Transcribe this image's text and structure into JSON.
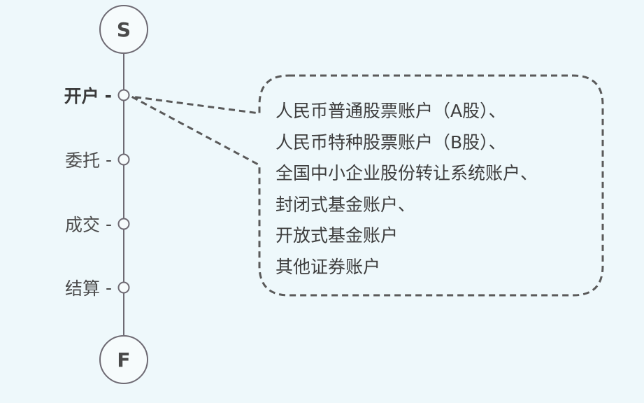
{
  "terminals": {
    "start": "S",
    "finish": "F"
  },
  "steps": [
    {
      "label": "开户",
      "dash": "-",
      "active": true
    },
    {
      "label": "委托",
      "dash": "-",
      "active": false
    },
    {
      "label": "成交",
      "dash": "-",
      "active": false
    },
    {
      "label": "结算",
      "dash": "-",
      "active": false
    }
  ],
  "callout": {
    "lines": [
      "人民币普通股票账户（A股）、",
      "人民币特种股票账户（B股）、",
      "全国中小企业股份转让系统账户、",
      "封闭式基金账户、",
      "开放式基金账户",
      "其他证券账户"
    ]
  },
  "colors": {
    "background": "#eef8fb",
    "line": "#6e6a73",
    "callout_border": "#5a5a5a",
    "text": "#3e3e3e"
  }
}
